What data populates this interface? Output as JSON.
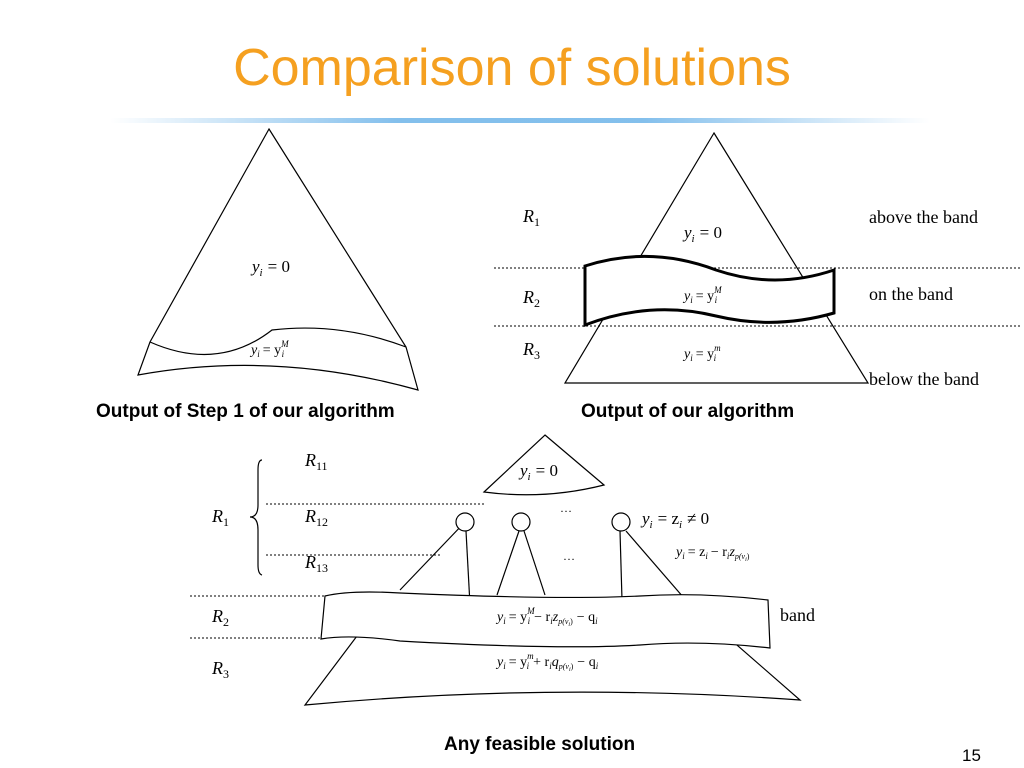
{
  "slide": {
    "title": "Comparison of solutions",
    "page_number": "15"
  },
  "diagram1": {
    "caption": "Output of Step 1 of our algorithm",
    "top_eq": {
      "v": "y",
      "sub": "i",
      "rhs": "= 0"
    },
    "band_eq": {
      "v": "y",
      "sub": "i",
      "rhs": "= y",
      "rhs_sup": "M",
      "rhs_sub": "i"
    }
  },
  "diagram2": {
    "caption": "Output of our algorithm",
    "region_labels": [
      {
        "v": "R",
        "sub": "1"
      },
      {
        "v": "R",
        "sub": "2"
      },
      {
        "v": "R",
        "sub": "3"
      }
    ],
    "side_labels": [
      "above the band",
      "on the band",
      "below the band"
    ],
    "top_eq": {
      "v": "y",
      "sub": "i",
      "rhs": "= 0"
    },
    "band_eq": {
      "v": "y",
      "sub": "i",
      "rhs": "= y",
      "rhs_sup": "M",
      "rhs_sub": "i"
    },
    "bottom_eq": {
      "v": "y",
      "sub": "i",
      "rhs": "= y",
      "rhs_sup": "m",
      "rhs_sub": "i"
    }
  },
  "diagram3": {
    "caption": "Any feasible solution",
    "sub_region_labels": [
      {
        "v": "R",
        "sub": "11"
      },
      {
        "v": "R",
        "sub": "12"
      },
      {
        "v": "R",
        "sub": "13"
      }
    ],
    "region_labels": [
      {
        "v": "R",
        "sub": "1"
      },
      {
        "v": "R",
        "sub": "2"
      },
      {
        "v": "R",
        "sub": "3"
      }
    ],
    "band_label": "band",
    "ellipsis": "…",
    "top_eq": {
      "v": "y",
      "sub": "i",
      "rhs": "= 0"
    },
    "node_eq": {
      "v": "y",
      "sub": "i",
      "mid": "= z",
      "mid_sub": "i",
      "rhs": "≠ 0"
    },
    "node_eq2": {
      "v": "y",
      "sub": "i",
      "mid": "= z",
      "mid_sub": "i",
      "mid2": "− r",
      "mid2_sub": "i",
      "mid3": "z",
      "mid3_sub": "p(v",
      "mid3_sub2": "i",
      "tail": ")"
    },
    "band_eq": {
      "v": "y",
      "sub": "i",
      "rhs": "= y",
      "rhs_sup": "M",
      "rhs_sub": "i",
      "t1": "− r",
      "t1_sub": "i",
      "t2": "z",
      "t2_sub": "p(v",
      "t2_sub2": "i",
      "t2_tail": ")",
      "t3": "− q",
      "t3_sub": "i"
    },
    "bottom_eq": {
      "v": "y",
      "sub": "i",
      "rhs": "= y",
      "rhs_sup": "m",
      "rhs_sub": "i",
      "t1": "+ r",
      "t1_sub": "i",
      "t2": "q",
      "t2_sub": "p(v",
      "t2_sub2": "i",
      "t2_tail": ")",
      "t3": "− q",
      "t3_sub": "i"
    }
  }
}
